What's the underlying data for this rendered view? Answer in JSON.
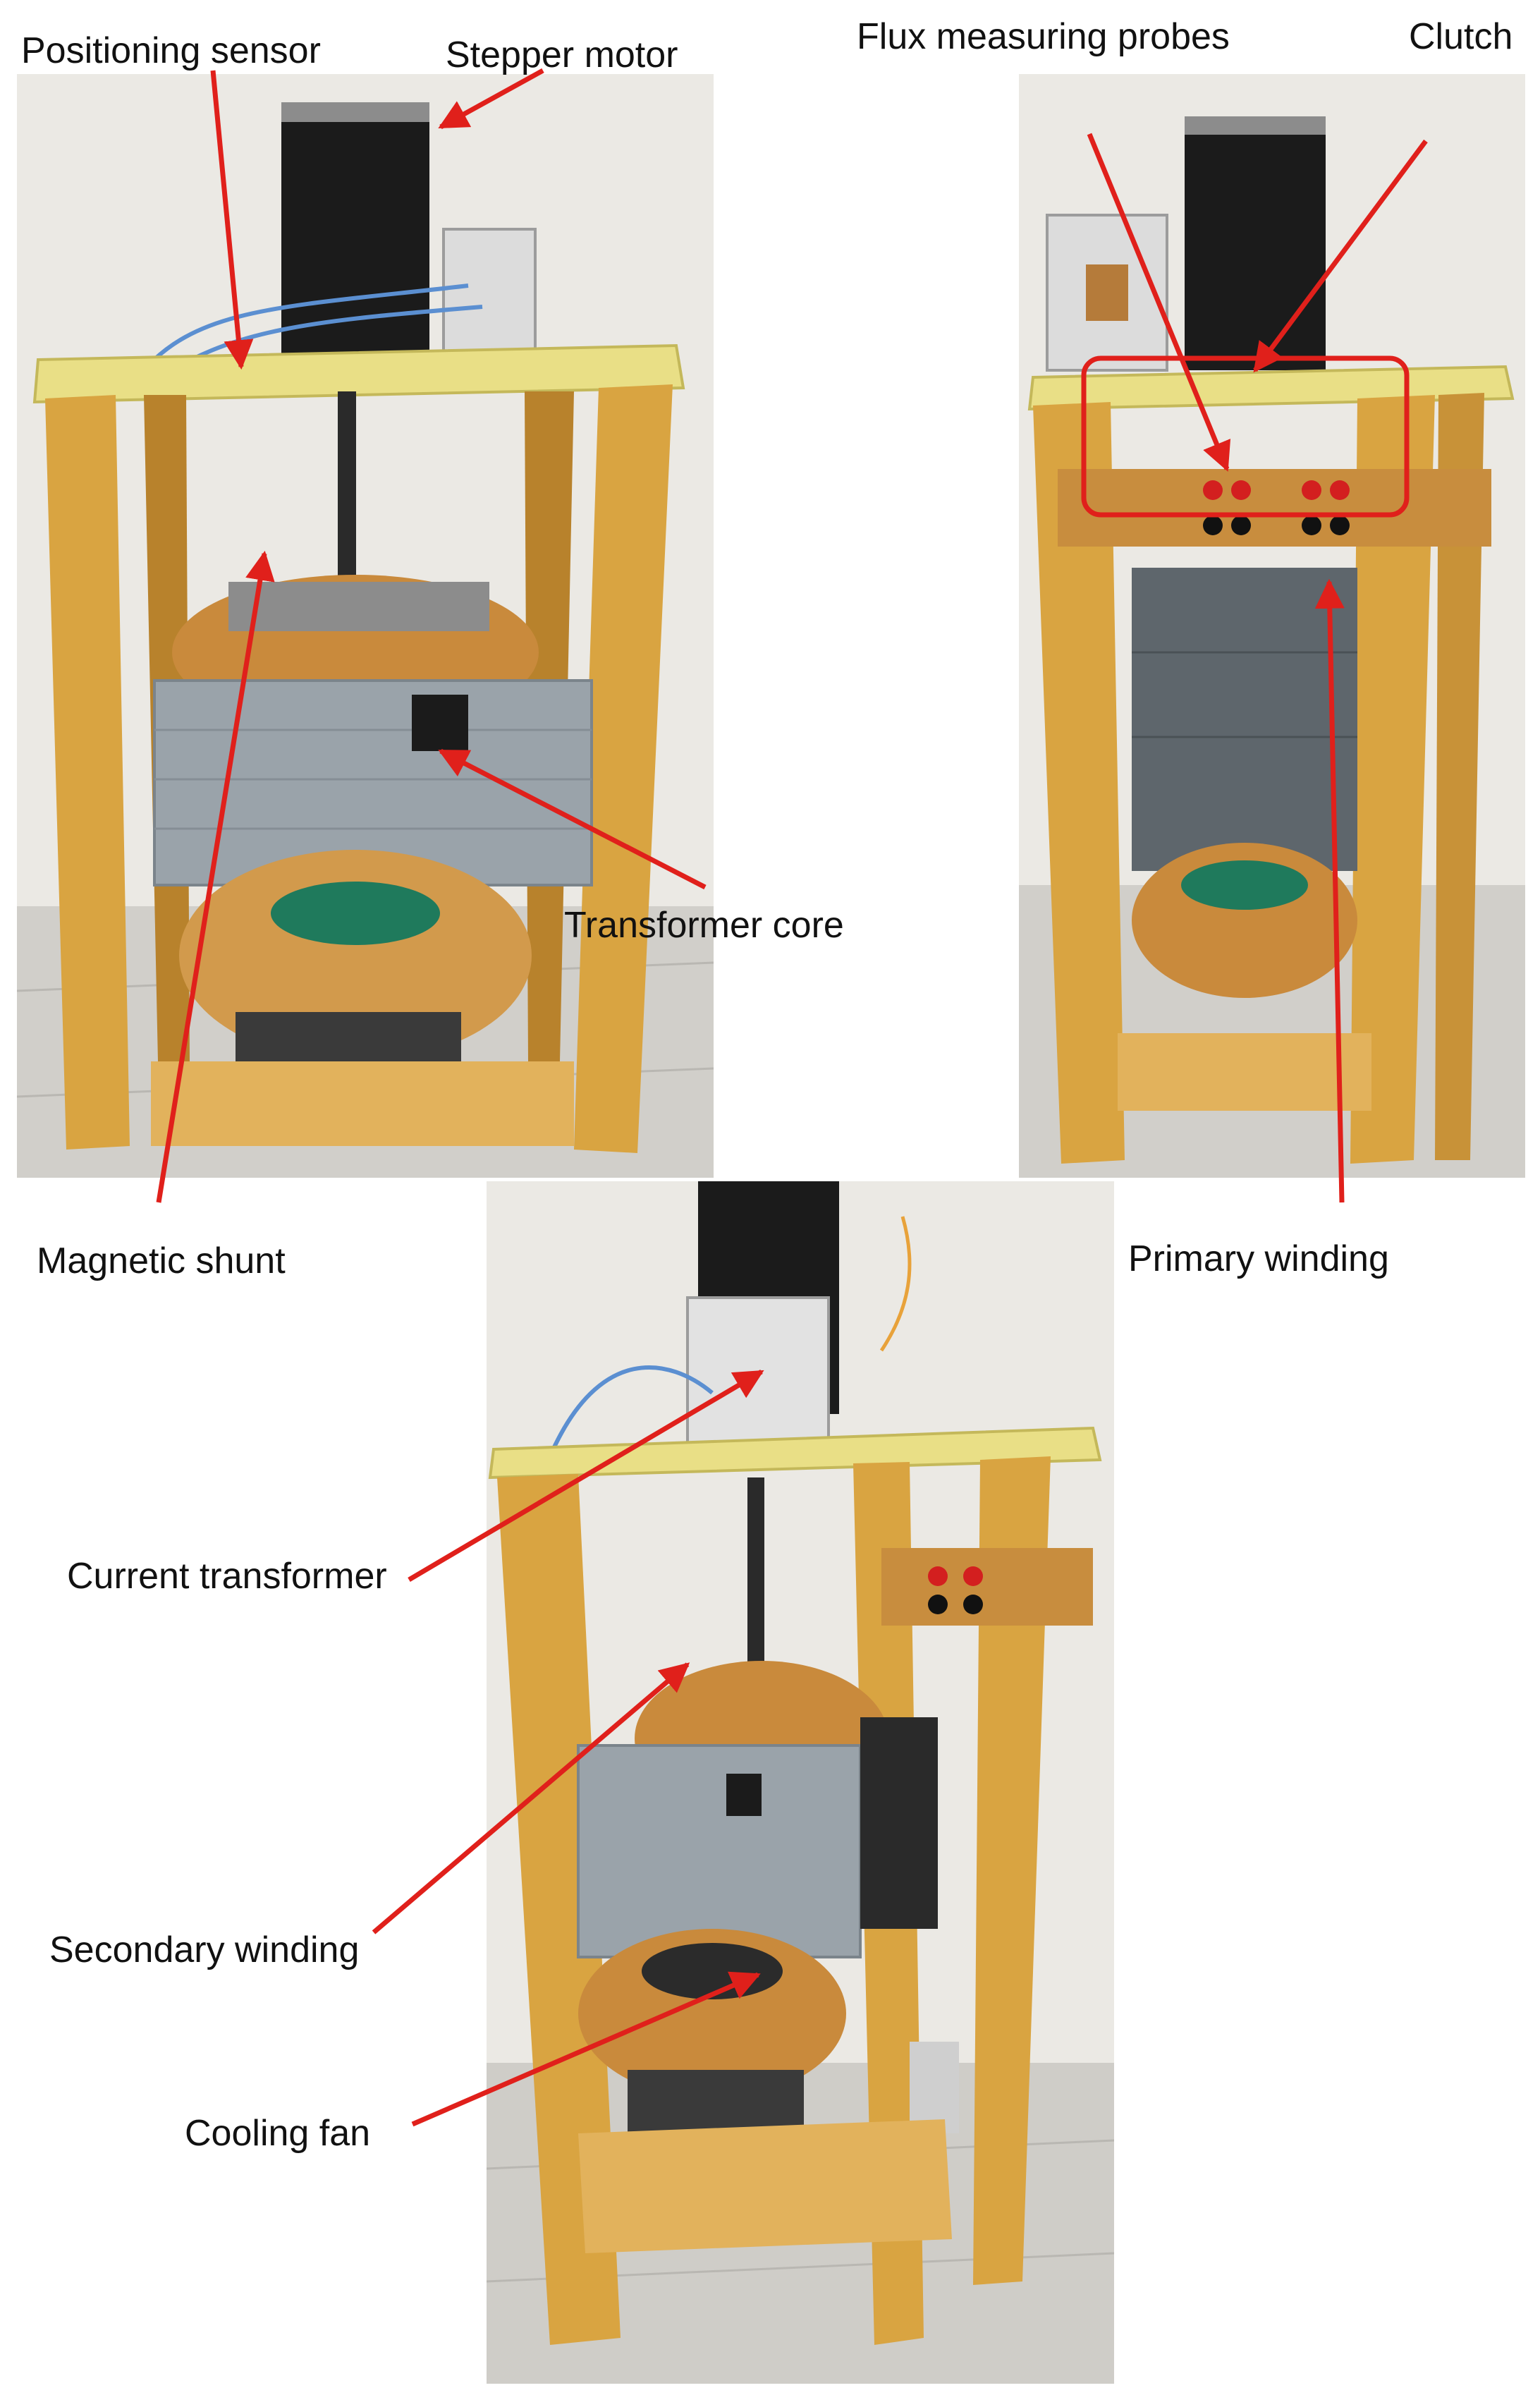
{
  "labels": {
    "positioning_sensor": "Positioning sensor",
    "stepper_motor": "Stepper motor",
    "flux_measuring_probes": "Flux measuring probes",
    "clutch": "Clutch",
    "transformer_core": "Transformer core",
    "magnetic_shunt": "Magnetic shunt",
    "primary_winding": "Primary winding",
    "current_transformer": "Current transformer",
    "secondary_winding": "Secondary winding",
    "cooling_fan": "Cooling fan"
  },
  "colors": {
    "arrow": "#e0201b",
    "wood": "#d9a441",
    "wood_dark": "#b8822c",
    "copper": "#c98a3c",
    "steel": "#9aa3aa",
    "motor": "#1b1b1b",
    "wall": "#ebe9e4",
    "floor": "#c9c7c2",
    "top_plate": "#e9df86"
  }
}
